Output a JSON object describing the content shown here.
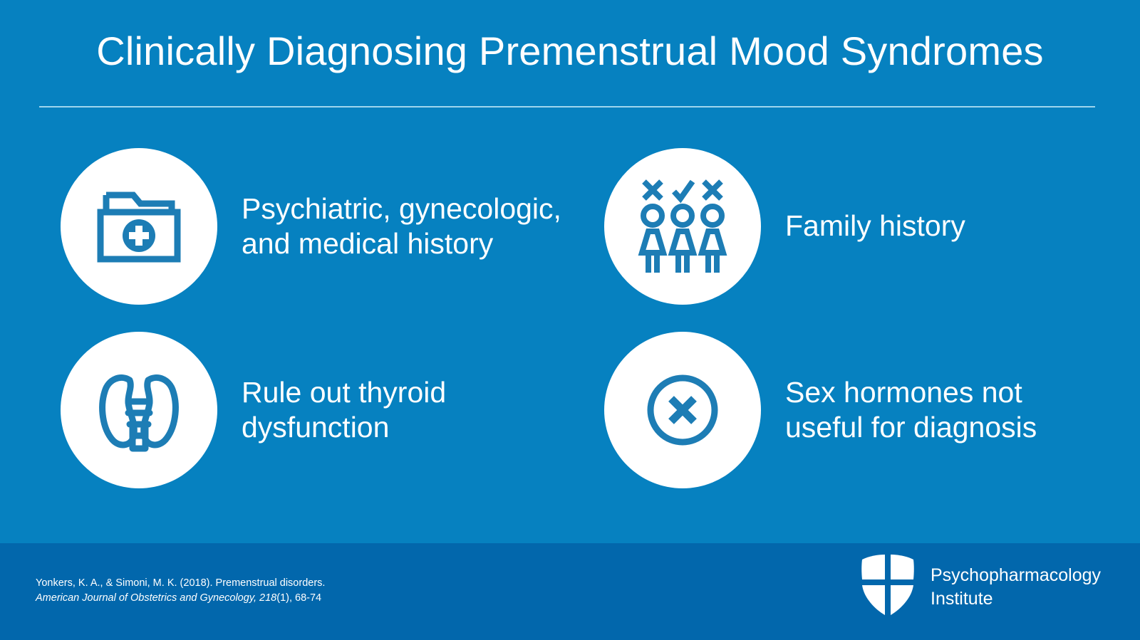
{
  "slide": {
    "title": "Clinically Diagnosing Premenstrual Mood Syndromes",
    "background_color": "#0681c0",
    "footer_color": "#0267ac",
    "icon_color": "#1d7db5",
    "text_color": "#ffffff",
    "rule_color": "#9fd6ee"
  },
  "items": [
    {
      "icon": "medical-folder-icon",
      "label": "Psychiatric, gynecologic,\nand medical history"
    },
    {
      "icon": "family-group-icon",
      "label": "Family history"
    },
    {
      "icon": "thyroid-gland-icon",
      "label": "Rule out thyroid\ndysfunction"
    },
    {
      "icon": "circle-x-icon",
      "label": "Sex hormones not\nuseful for diagnosis"
    }
  ],
  "citation": {
    "line1": "Yonkers, K. A., & Simoni, M. K. (2018). Premenstrual disorders.",
    "line2_italic": "American Journal of Obstetrics and Gynecology, 218",
    "line2_rest": "(1), 68-74"
  },
  "logo": {
    "mark": "shield-cross-icon",
    "text": "Psychopharmacology\nInstitute"
  }
}
